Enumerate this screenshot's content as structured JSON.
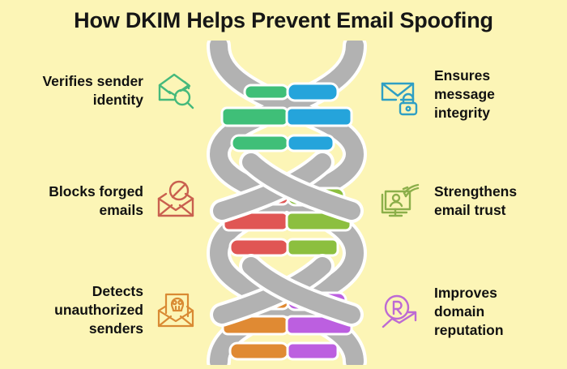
{
  "title": "How DKIM Helps Prevent Email Spoofing",
  "background_color": "#fcf5b6",
  "features_left": [
    {
      "label": "Verifies sender\nidentity",
      "icon": "envelope-search-icon",
      "color": "#45b97c"
    },
    {
      "label": "Blocks forged\nemails",
      "icon": "envelope-blocked-icon",
      "color": "#c9604f"
    },
    {
      "label": "Detects\nunauthorized\nsenders",
      "icon": "envelope-skull-icon",
      "color": "#d98a33"
    }
  ],
  "features_right": [
    {
      "label": "Ensures\nmessage\nintegrity",
      "icon": "envelope-lock-icon",
      "color": "#2f9fc4"
    },
    {
      "label": "Strengthens\nemail trust",
      "icon": "monitor-user-trust-icon",
      "color": "#8caf4a"
    },
    {
      "label": "Improves\ndomain\nreputation",
      "icon": "registered-growth-arrow-icon",
      "color": "#bd6ad4"
    }
  ],
  "helix": {
    "name": "dna-double-helix",
    "backbone_color": "#b2b2b2",
    "outline_color": "#ffffff",
    "segments": [
      {
        "name": "top-segment",
        "left_color": "#3fbf78",
        "right_color": "#25a4db"
      },
      {
        "name": "middle-segment",
        "left_color": "#e05654",
        "right_color": "#8cbf3f"
      },
      {
        "name": "bottom-segment",
        "left_color": "#e08a33",
        "right_color": "#bc5fe0"
      }
    ]
  }
}
